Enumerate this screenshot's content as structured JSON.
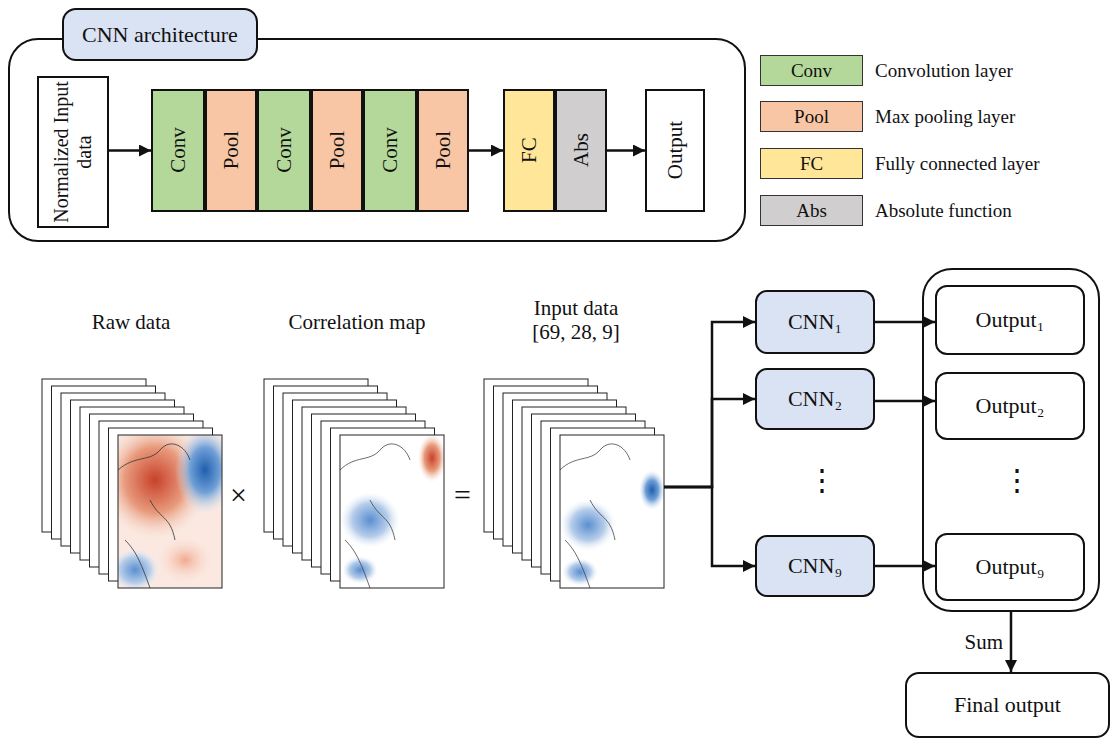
{
  "diagram": {
    "nodes": [
      {
        "text": [
          "CNN architecture"
        ]
      },
      {
        "text": [
          "Normalized Input data"
        ],
        "in": 0
      },
      {
        "text": [
          "Conv"
        ],
        "in": 0
      },
      {
        "text": [
          "Pool"
        ],
        "in": 0
      },
      {
        "text": [
          "Conv"
        ],
        "in": 0
      },
      {
        "text": [
          "Pool"
        ],
        "in": 0
      },
      {
        "text": [
          "Conv"
        ],
        "in": 0
      },
      {
        "text": [
          "Pool"
        ],
        "in": 0
      },
      {
        "text": [
          "FC"
        ],
        "in": 0
      },
      {
        "text": [
          "Abs"
        ],
        "in": 0
      },
      {
        "text": [
          "Output"
        ],
        "in": 0
      },
      {
        "text": [
          "Raw data"
        ]
      },
      {
        "text": [
          "Correlation map"
        ]
      },
      {
        "text": [
          "Input data [69, 28, 9]"
        ]
      },
      {
        "text": [
          "CNN₁"
        ]
      },
      {
        "text": [
          "CNN₂"
        ]
      },
      {
        "text": [
          "CNN₉"
        ]
      },
      {
        "text": []
      },
      {
        "text": [
          "Output₁"
        ],
        "in": 17
      },
      {
        "text": [
          "Output₂"
        ],
        "in": 17
      },
      {
        "text": [
          "Output₉"
        ],
        "in": 17
      },
      {
        "text": [
          "Final output"
        ]
      }
    ],
    "edges": [
      {
        "from": 1,
        "to": 2,
        "arrow": "to"
      },
      {
        "from": 7,
        "to": 8,
        "arrow": "to"
      },
      {
        "from": 9,
        "to": 10,
        "arrow": "to"
      },
      {
        "from": 13,
        "to": 14,
        "arrow": "to"
      },
      {
        "from": 13,
        "to": 15,
        "arrow": "to"
      },
      {
        "from": 13,
        "to": 16,
        "arrow": "to"
      },
      {
        "from": 14,
        "to": 18,
        "arrow": "to"
      },
      {
        "from": 15,
        "to": 19,
        "arrow": "to"
      },
      {
        "from": 16,
        "to": 20,
        "arrow": "to"
      },
      {
        "from": 17,
        "to": 21,
        "label": "Sum",
        "arrow": "to"
      }
    ],
    "labels": [
      "Conv",
      "Pool",
      "FC",
      "Abs",
      "×",
      "=",
      "⋮",
      "⋮"
    ],
    "legend": [
      {
        "text": "Convolution layer",
        "color": "#b4d89a"
      },
      {
        "text": "Max pooling layer",
        "color": "#f8c6a4"
      },
      {
        "text": "Fully connected layer",
        "color": "#ffe699"
      },
      {
        "text": "Absolute function",
        "color": "#d0cece"
      }
    ]
  }
}
